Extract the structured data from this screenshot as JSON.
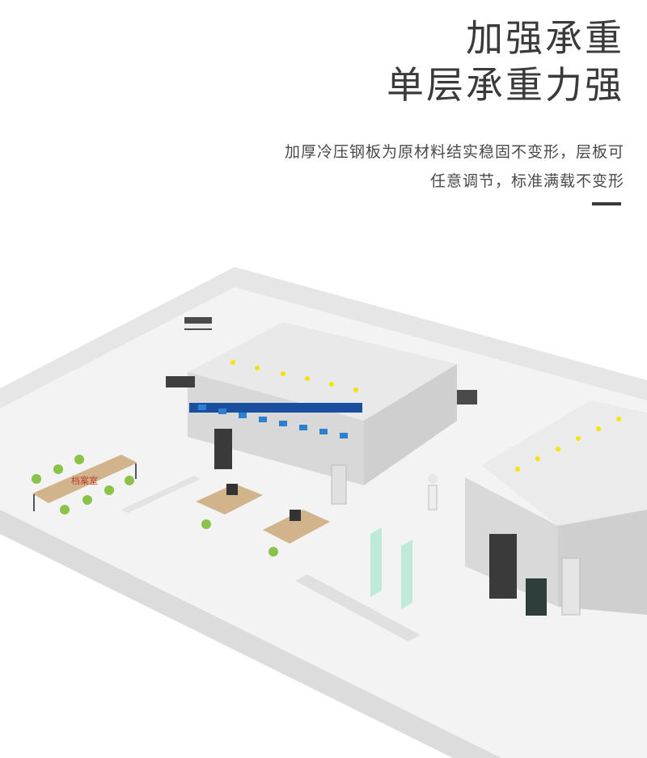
{
  "headline": {
    "line1": "加强承重",
    "line2": "单层承重力强"
  },
  "description": {
    "line1": "加厚冷压钢板为原材料结实稳固不变形，层板可",
    "line2": "任意调节，标准满载不变形"
  },
  "colors": {
    "text_dark": "#3a3a3a",
    "accent_bar": "#3a3a3a",
    "floor": "#f2f2f2",
    "wall": "#e2e2e2",
    "cabinet": "#ececec",
    "screen": "#1a4fa0",
    "indicator": "#f2e600",
    "table_wood": "#d2b48c",
    "chair_green": "#8bc34a",
    "glass": "#a8e6cf"
  },
  "scene": {
    "image_label": "3d-archive-room-illustration",
    "sign_text": "档案室"
  }
}
